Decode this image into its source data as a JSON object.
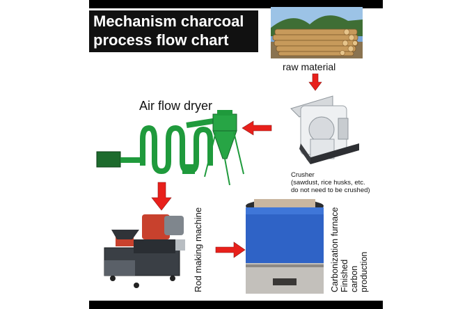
{
  "diagram": {
    "title_lines": [
      "Mechanism charcoal",
      "process flow chart"
    ],
    "steps": {
      "raw_material": "raw material",
      "dryer": "Air flow dryer",
      "crusher": {
        "lines": [
          "Crusher",
          "(sawdust, rice husks, etc.",
          "do not need to be crushed)"
        ]
      },
      "rod_machine": "Rod making machine",
      "furnace": {
        "lines": [
          "Carbonization furnace",
          "Finished",
          "carbon",
          "production"
        ]
      }
    },
    "colors": {
      "arrow": "#e8201b",
      "title_bg": "#111111",
      "dryer_green": "#1f9a3c",
      "furnace_blue": "#2f63c6",
      "machine_red": "#c8412d"
    }
  }
}
